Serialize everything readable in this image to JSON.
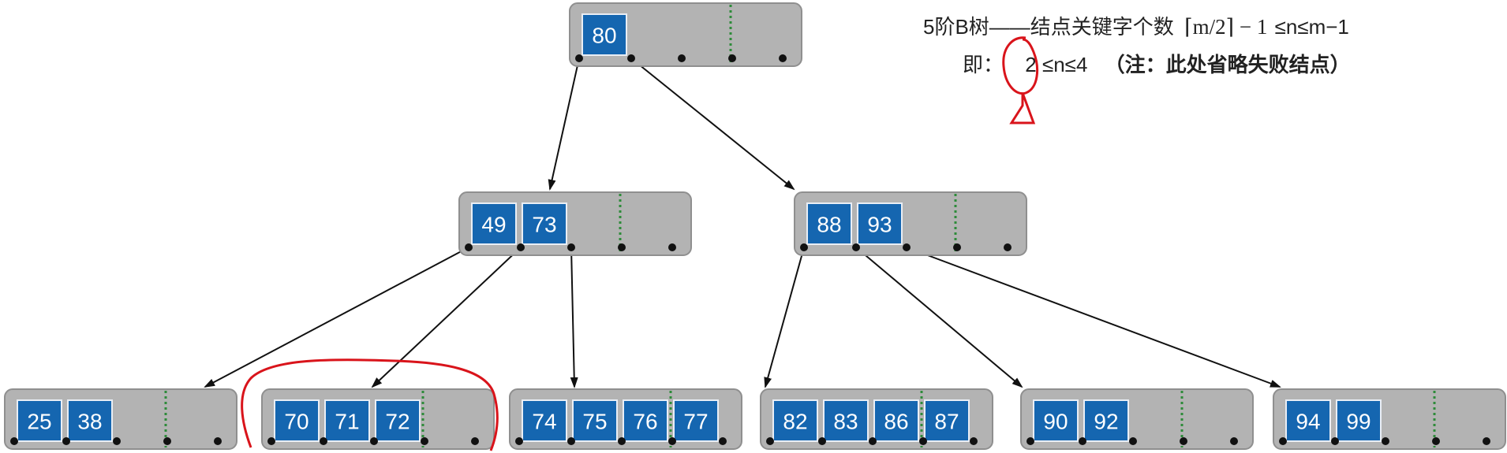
{
  "header": {
    "line1_prefix": "5阶B树——结点关键字个数",
    "line1_formula": "⌈m/2⌉ − 1",
    "line1_suffix": "≤n≤m−1",
    "line2_prefix": "即：",
    "line2_value": "2",
    "line2_suffix": "≤n≤4",
    "line2_note": "（注：此处省略失败结点）"
  },
  "tree": {
    "nodes": [
      {
        "id": "root",
        "keys": [
          "80"
        ]
      },
      {
        "id": "l1-left",
        "keys": [
          "49",
          "73"
        ]
      },
      {
        "id": "l1-right",
        "keys": [
          "88",
          "93"
        ]
      },
      {
        "id": "leaf-1",
        "keys": [
          "25",
          "38"
        ]
      },
      {
        "id": "leaf-2",
        "keys": [
          "70",
          "71",
          "72"
        ]
      },
      {
        "id": "leaf-3",
        "keys": [
          "74",
          "75",
          "76",
          "77"
        ]
      },
      {
        "id": "leaf-4",
        "keys": [
          "82",
          "83",
          "86",
          "87"
        ]
      },
      {
        "id": "leaf-5",
        "keys": [
          "90",
          "92"
        ]
      },
      {
        "id": "leaf-6",
        "keys": [
          "94",
          "99"
        ]
      }
    ],
    "edges": [
      {
        "from": "root",
        "pointer": 0,
        "to": "l1-left"
      },
      {
        "from": "root",
        "pointer": 1,
        "to": "l1-right"
      },
      {
        "from": "l1-left",
        "pointer": 0,
        "to": "leaf-1"
      },
      {
        "from": "l1-left",
        "pointer": 1,
        "to": "leaf-2"
      },
      {
        "from": "l1-left",
        "pointer": 2,
        "to": "leaf-3"
      },
      {
        "from": "l1-right",
        "pointer": 0,
        "to": "leaf-4"
      },
      {
        "from": "l1-right",
        "pointer": 1,
        "to": "leaf-5"
      },
      {
        "from": "l1-right",
        "pointer": 2,
        "to": "leaf-6"
      }
    ]
  },
  "colors": {
    "node_fill": "#b3b3b3",
    "key_fill": "#1566b0",
    "separator": "#2e8b3a",
    "annotation": "#d9141b"
  }
}
